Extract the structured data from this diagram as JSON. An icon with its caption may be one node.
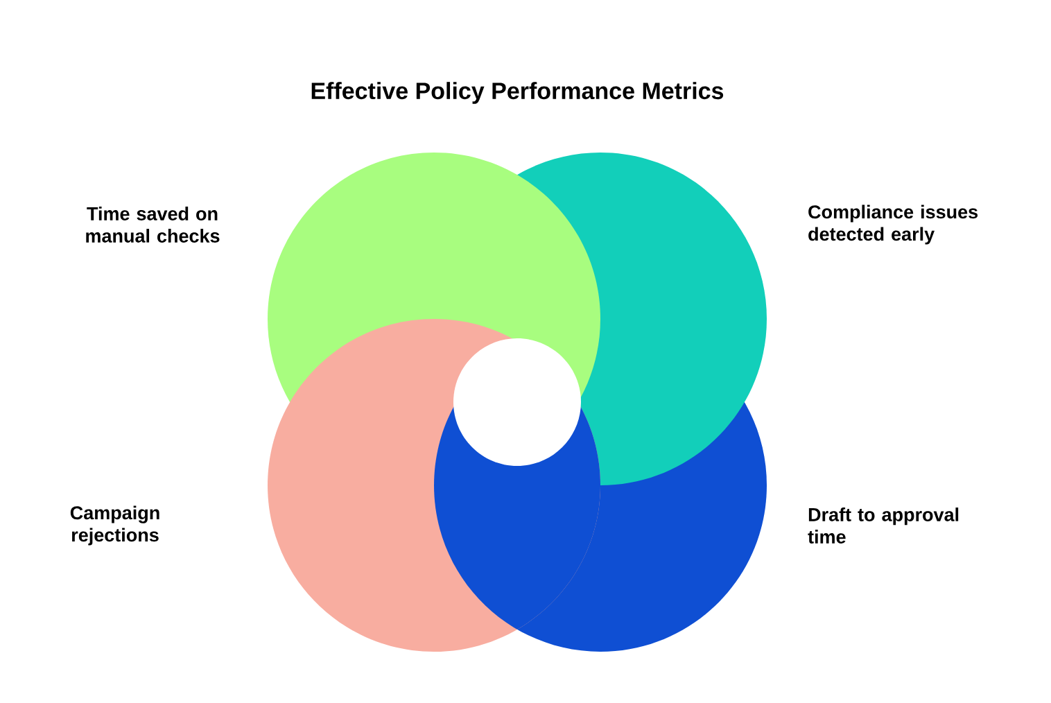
{
  "diagram": {
    "title": "Effective Policy Performance Metrics",
    "nodes": [
      {
        "text": [
          "Time saved on manual checks"
        ]
      },
      {
        "text": [
          "Compliance issues detected early"
        ]
      },
      {
        "text": [
          "Campaign rejections"
        ]
      },
      {
        "text": [
          "Draft to approval time"
        ]
      }
    ]
  }
}
